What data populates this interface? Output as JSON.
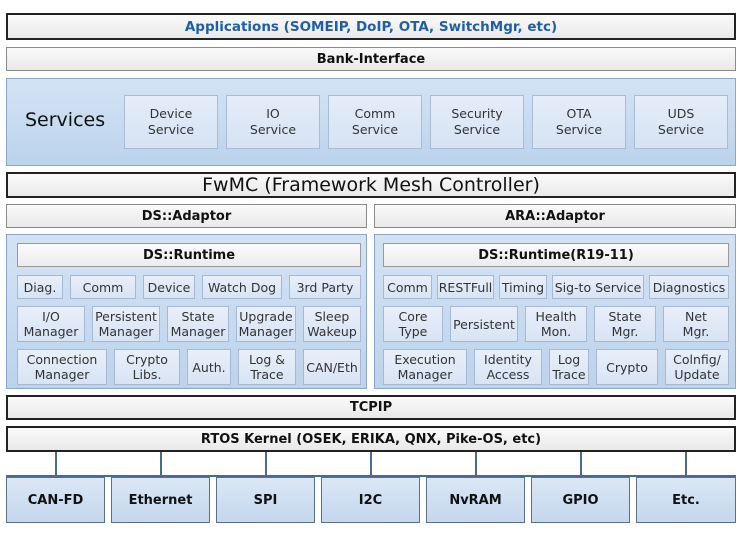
{
  "applications": "Applications (SOMEIP, DoIP, OTA, SwitchMgr, etc)",
  "bank_interface": "Bank-Interface",
  "services": {
    "label": "Services",
    "items": [
      "Device\nService",
      "IO\nService",
      "Comm\nService",
      "Security\nService",
      "OTA\nService",
      "UDS\nService"
    ]
  },
  "fwmc": "FwMC (Framework Mesh Controller)",
  "ds_adaptor": "DS::Adaptor",
  "ara_adaptor": "ARA::Adaptor",
  "ds_runtime": {
    "title": "DS::Runtime",
    "rows": [
      [
        "Diag.",
        "Comm",
        "Device",
        "Watch Dog",
        "3rd Party"
      ],
      [
        "I/O\nManager",
        "Persistent\nManager",
        "State\nManager",
        "Upgrade\nManager",
        "Sleep\nWakeup"
      ],
      [
        "Connection\nManager",
        "Crypto\nLibs.",
        "Auth.",
        "Log &\nTrace",
        "CAN/Eth"
      ]
    ]
  },
  "ds_runtime_r19": {
    "title": "DS::Runtime(R19-11)",
    "rows": [
      [
        "Comm",
        "RESTFull",
        "Timing",
        "Sig-to Service",
        "Diagnostics"
      ],
      [
        "Core\nType",
        "Persistent",
        "Health\nMon.",
        "State\nMgr.",
        "Net\nMgr."
      ],
      [
        "Execution\nManager",
        "Identity\nAccess",
        "Log\nTrace",
        "Crypto",
        "Colnfig/\nUpdate"
      ]
    ]
  },
  "tcpip": "TCPIP",
  "rtos": "RTOS Kernel (OSEK, ERIKA, QNX, Pike-OS, etc)",
  "hardware": [
    "CAN-FD",
    "Ethernet",
    "SPI",
    "I2C",
    "NvRAM",
    "GPIO",
    "Etc."
  ]
}
